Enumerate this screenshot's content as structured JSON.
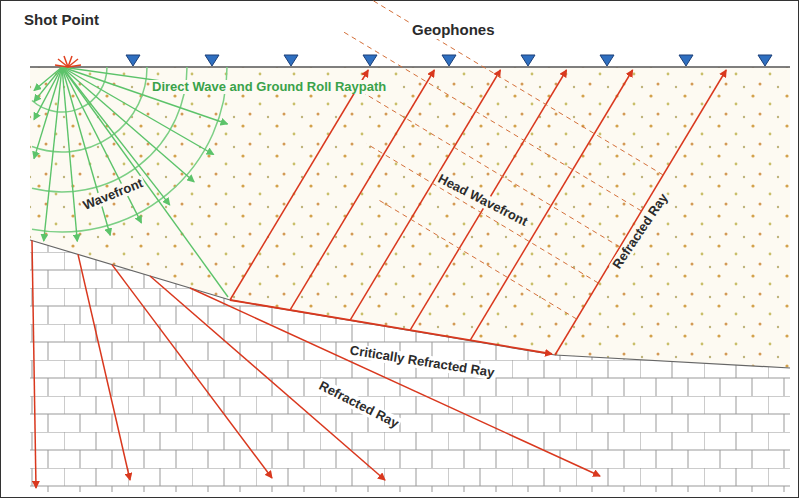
{
  "diagram": {
    "labels": [
      "Shot Point",
      "Geophones",
      "Direct Wave and Ground Roll Raypath",
      "Wavefront",
      "Head Wavefront",
      "Refracted Ray",
      "Critically Refracted Ray",
      "Refracted Ray"
    ]
  }
}
